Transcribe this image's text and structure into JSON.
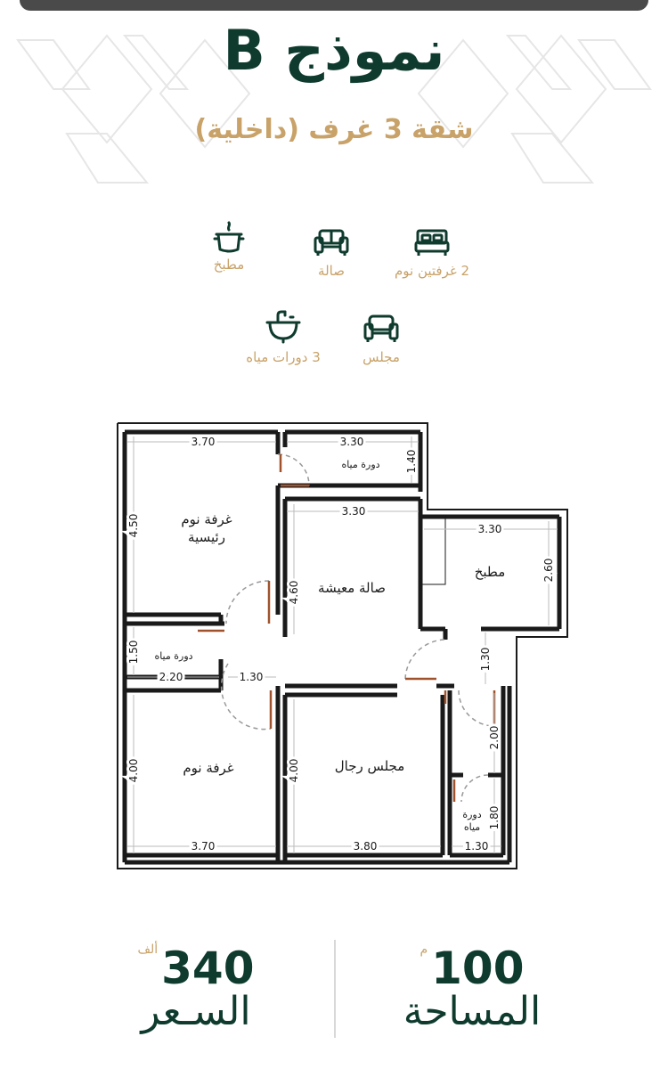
{
  "header": {
    "title": "نموذج B",
    "subtitle": "شقة 3 غرف (داخلية)"
  },
  "features": [
    {
      "icon": "bed-icon",
      "label": "2 غرفتين نوم"
    },
    {
      "icon": "sofa-icon",
      "label": "صالة"
    },
    {
      "icon": "cooking-pot-icon",
      "label": "مطبخ"
    },
    {
      "icon": "armchair-icon",
      "label": "مجلس"
    },
    {
      "icon": "sink-icon",
      "label": "3 دورات مياه"
    }
  ],
  "plan": {
    "rooms": {
      "master_bedroom": "غرفة نوم رئيسية",
      "master_bedroom_line1": "غرفة نوم",
      "master_bedroom_line2": "رئيسية",
      "living": "صالة معيشة",
      "kitchen": "مطبخ",
      "bath_top": "دورة مياه",
      "bath_left": "دورة مياه",
      "bedroom": "غرفة نوم",
      "majlis": "مجلس رجال",
      "bath_right_line1": "دورة",
      "bath_right_line2": "مياه"
    },
    "dims": {
      "master_w": "3.70",
      "master_h": "4.50",
      "bath_top_w": "3.30",
      "bath_top_h": "1.40",
      "living_w": "3.30",
      "living_h": "4.60",
      "kitchen_w": "3.30",
      "kitchen_h": "2.60",
      "bath_left_h": "1.50",
      "bath_left_w": "2.20",
      "corridor_w": "1.30",
      "corridor_right_h": "1.30",
      "bedroom_h": "4.00",
      "bedroom_w": "3.70",
      "majlis_h": "4.00",
      "majlis_w": "3.80",
      "right_h1": "2.00",
      "right_h2": "1.80",
      "right_w": "1.30"
    }
  },
  "stats": {
    "price": {
      "value": "340",
      "unit": "ألف",
      "caption": "السـعر"
    },
    "area": {
      "value": "100",
      "unit": "م",
      "caption": "المساحة"
    }
  },
  "colors": {
    "primary": "#0f3b2e",
    "accent": "#c8a268",
    "door": "#a0522d"
  }
}
